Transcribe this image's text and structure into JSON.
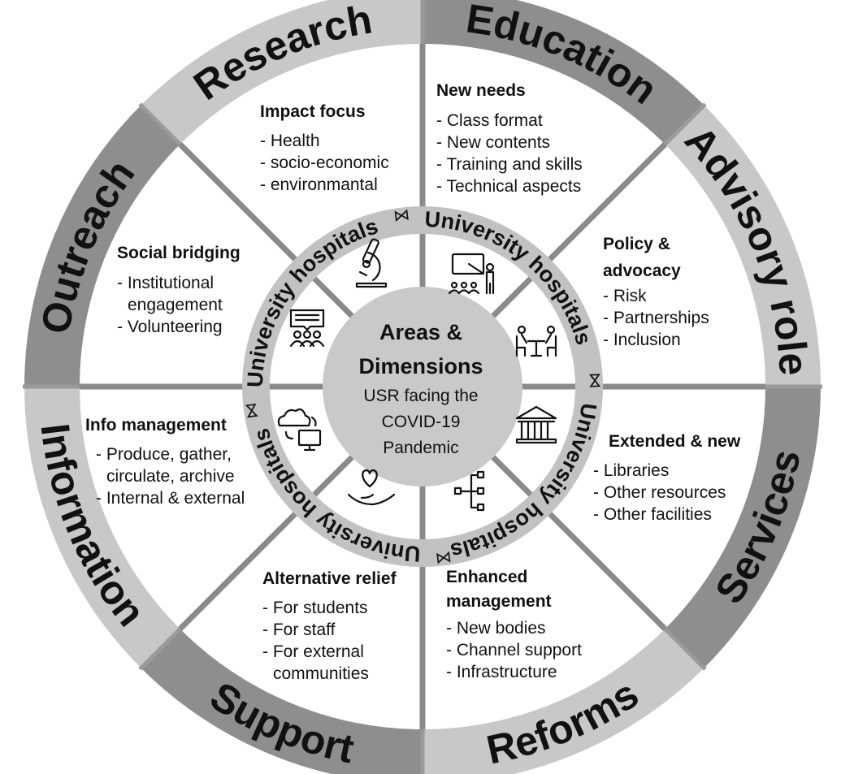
{
  "center": {
    "title_line1": "Areas &",
    "title_line2": "Dimensions",
    "sub_line1": "USR facing the",
    "sub_line2": "COVID-19",
    "sub_line3": "Pandemic"
  },
  "ring_label": "University hospitals",
  "ring_separator": "⋈",
  "colors": {
    "band_light": "#c8c8c8",
    "band_dark": "#8e8e8e",
    "ring": "#c2c2c2",
    "center": "#c9c9c9",
    "divider": "#8a8a8a"
  },
  "sectors": [
    {
      "id": "research",
      "band": "Research",
      "heading": "Impact focus",
      "items": [
        "- Health",
        "- socio-economic",
        "- environmantal"
      ],
      "icon": "microscope-icon"
    },
    {
      "id": "education",
      "band": "Education",
      "heading": "New needs",
      "items": [
        "- Class format",
        "- New contents",
        "- Training and skills",
        "- Technical aspects"
      ],
      "icon": "presenter-icon"
    },
    {
      "id": "advisory",
      "band": "Advisory role",
      "heading": "Policy &\nadvocacy",
      "items": [
        "- Risk",
        "- Partnerships",
        "- Inclusion"
      ],
      "icon": "meeting-table-icon"
    },
    {
      "id": "services",
      "band": "Services",
      "heading": "Extended & new",
      "items": [
        "- Libraries",
        "- Other resources",
        "-  Other facilities"
      ],
      "icon": "building-icon"
    },
    {
      "id": "reforms",
      "band": "Reforms",
      "heading": "Enhanced\nmanagement",
      "items": [
        "- New bodies",
        "- Channel support",
        "- Infrastructure"
      ],
      "icon": "org-chart-icon"
    },
    {
      "id": "support",
      "band": "Support",
      "heading": "Alternative relief",
      "items": [
        "- For students",
        "- For staff",
        "- For external\ncommunities"
      ],
      "icon": "heart-hand-icon"
    },
    {
      "id": "information",
      "band": "Information",
      "heading": "Info management",
      "items": [
        "- Produce, gather,\ncirculate, archive",
        "- Internal & external"
      ],
      "icon": "cloud-computer-icon"
    },
    {
      "id": "outreach",
      "band": "Outreach",
      "heading": "Social bridging",
      "items": [
        "- Institutional\nengagement",
        "- Volunteering"
      ],
      "icon": "speech-group-icon"
    }
  ]
}
